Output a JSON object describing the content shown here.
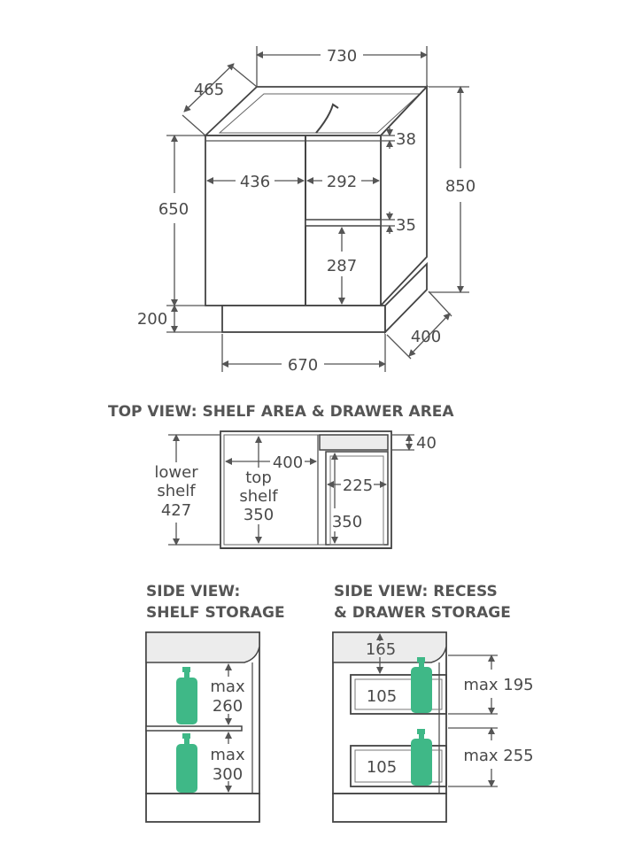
{
  "colors": {
    "line": "#444444",
    "text": "#4a4a4a",
    "bottle": "#3fb887"
  },
  "main_view": {
    "width": "730",
    "depth": "465",
    "height_total": "850",
    "height_cabinet": "650",
    "plinth_height": "200",
    "plinth_width": "670",
    "plinth_depth": "400",
    "door_width": "436",
    "drawer_width": "292",
    "top_rail": "38",
    "drawer_rail": "35",
    "drawer_height": "287"
  },
  "top_view": {
    "title": "TOP VIEW: SHELF AREA & DRAWER AREA",
    "lower_shelf": [
      "lower",
      "shelf",
      "427"
    ],
    "top_shelf": [
      "top",
      "shelf",
      "350"
    ],
    "shelf_width": "400",
    "rail": "40",
    "drawer_width": "225",
    "drawer_depth": "350"
  },
  "side_shelf": {
    "title": [
      "SIDE VIEW:",
      "SHELF STORAGE"
    ],
    "upper": [
      "max",
      "260"
    ],
    "lower": [
      "max",
      "300"
    ]
  },
  "side_drawer": {
    "title": [
      "SIDE VIEW: RECESS",
      "& DRAWER STORAGE"
    ],
    "recess": "165",
    "drawer1": "105",
    "drawer2": "105",
    "max1": "max 195",
    "max2": "max 255"
  }
}
